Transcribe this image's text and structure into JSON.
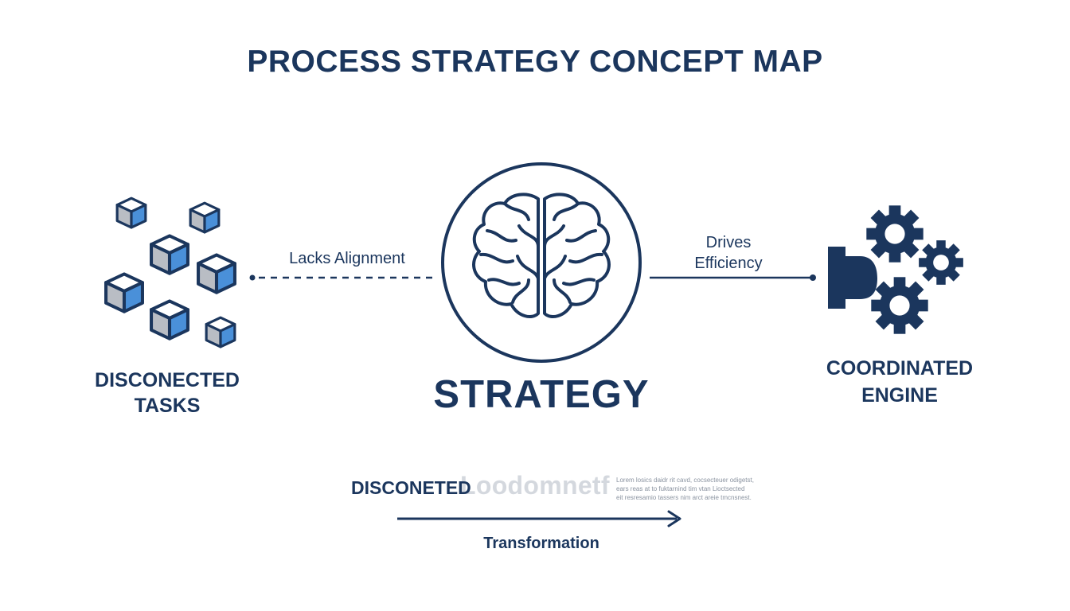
{
  "title": "PROCESS STRATEGY CONCEPT MAP",
  "nodes": {
    "left": {
      "label_line1": "DISCONECTED",
      "label_line2": "TASKS",
      "icon": "cubes-icon"
    },
    "center": {
      "label": "STRATEGY",
      "icon": "brain-icon"
    },
    "right": {
      "label_line1": "COORDINATED",
      "label_line2": "ENGINE",
      "icon": "gears-icon"
    }
  },
  "connectors": {
    "left": {
      "label": "Lacks Alignment",
      "style": "dashed"
    },
    "right": {
      "label_line1": "Drives",
      "label_line2": "Efficiency",
      "style": "solid"
    }
  },
  "bottom": {
    "bold_text": "DISCONETED",
    "faded_text": "Loodomnetf",
    "small_text_lines": [
      "Lorem losics daidr rit cavd, cocsecteuer odigetst,",
      "ears reas at to fuktarnind tim vtan Lioctsected",
      "eit resresamio tassers nim arct areie tmcnsnest."
    ],
    "arrow_label": "Transformation"
  },
  "colors": {
    "navy": "#1b365d",
    "cube_blue": "#4a90d9",
    "cube_gray": "#b9bdc4"
  }
}
